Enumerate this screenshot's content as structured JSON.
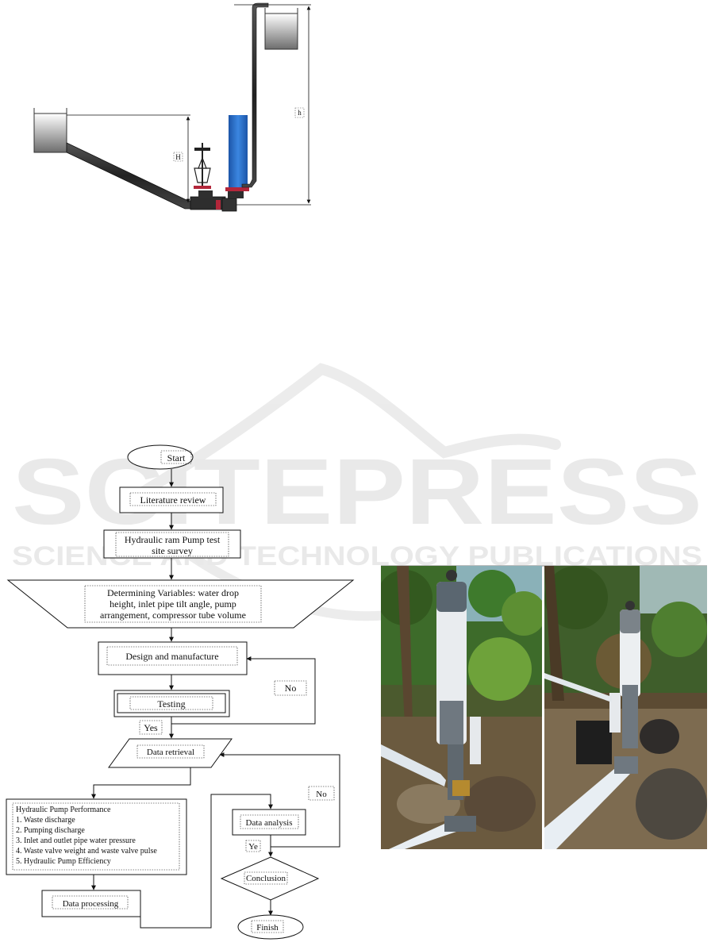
{
  "diagram": {
    "label_H": "H",
    "label_h": "h"
  },
  "watermark": {
    "brand": "SCITEPRESS",
    "tagline": "SCIENCE AND TECHNOLOGY PUBLICATIONS"
  },
  "flowchart": {
    "start": "Start",
    "literature": "Literature review",
    "survey_1": "Hydraulic ram Pump test",
    "survey_2": "site survey",
    "variables_1": "Determining Variables: water drop",
    "variables_2": "height, inlet pipe tilt angle, pump",
    "variables_3": "arrangement, compressor tube volume",
    "design": "Design and manufacture",
    "testing": "Testing",
    "yes_1": "Yes",
    "no_1": "No",
    "retrieval": "Data retrieval",
    "performance_title": "Hydraulic Pump Performance",
    "performance_items": [
      "1. Waste discharge",
      "2. Pumping discharge",
      "3. Inlet and outlet pipe water pressure",
      "4. Waste valve weight and waste valve pulse",
      "5. Hydraulic Pump Efficiency"
    ],
    "processing": "Data processing",
    "analysis": "Data analysis",
    "no_2": "No",
    "yes_2": "Ye",
    "conclusion": "Conclusion",
    "finish": "Finish"
  },
  "colors": {
    "compressor_tube": "#2a6fc9",
    "valve_seal": "#b3263a",
    "pipe": "#2b2b2b"
  }
}
